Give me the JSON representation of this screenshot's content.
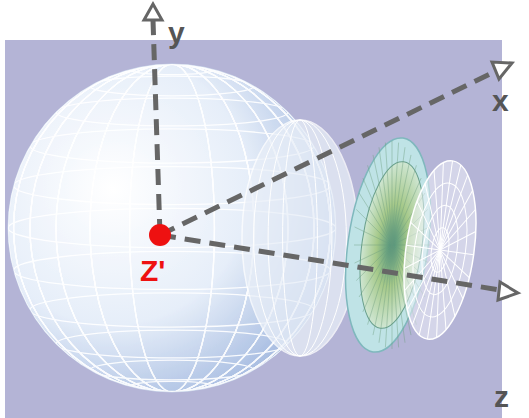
{
  "diagram": {
    "labels": [
      "y",
      "x",
      "z",
      "Z'"
    ]
  }
}
